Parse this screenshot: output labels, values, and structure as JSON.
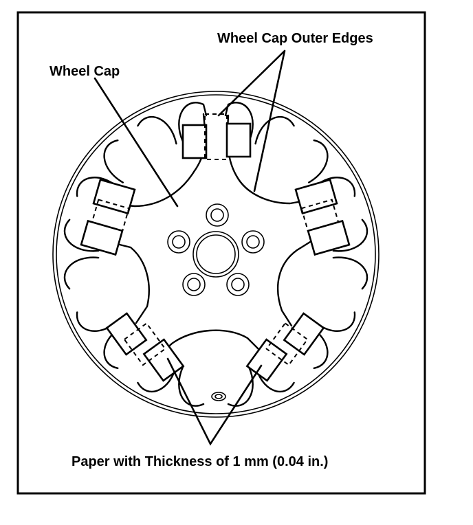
{
  "labels": {
    "wheel_cap": "Wheel Cap",
    "outer_edges": "Wheel Cap Outer Edges",
    "paper": "Paper with Thickness of 1 mm (0.04 in.)"
  },
  "colors": {
    "line": "#000000",
    "background": "#ffffff"
  }
}
